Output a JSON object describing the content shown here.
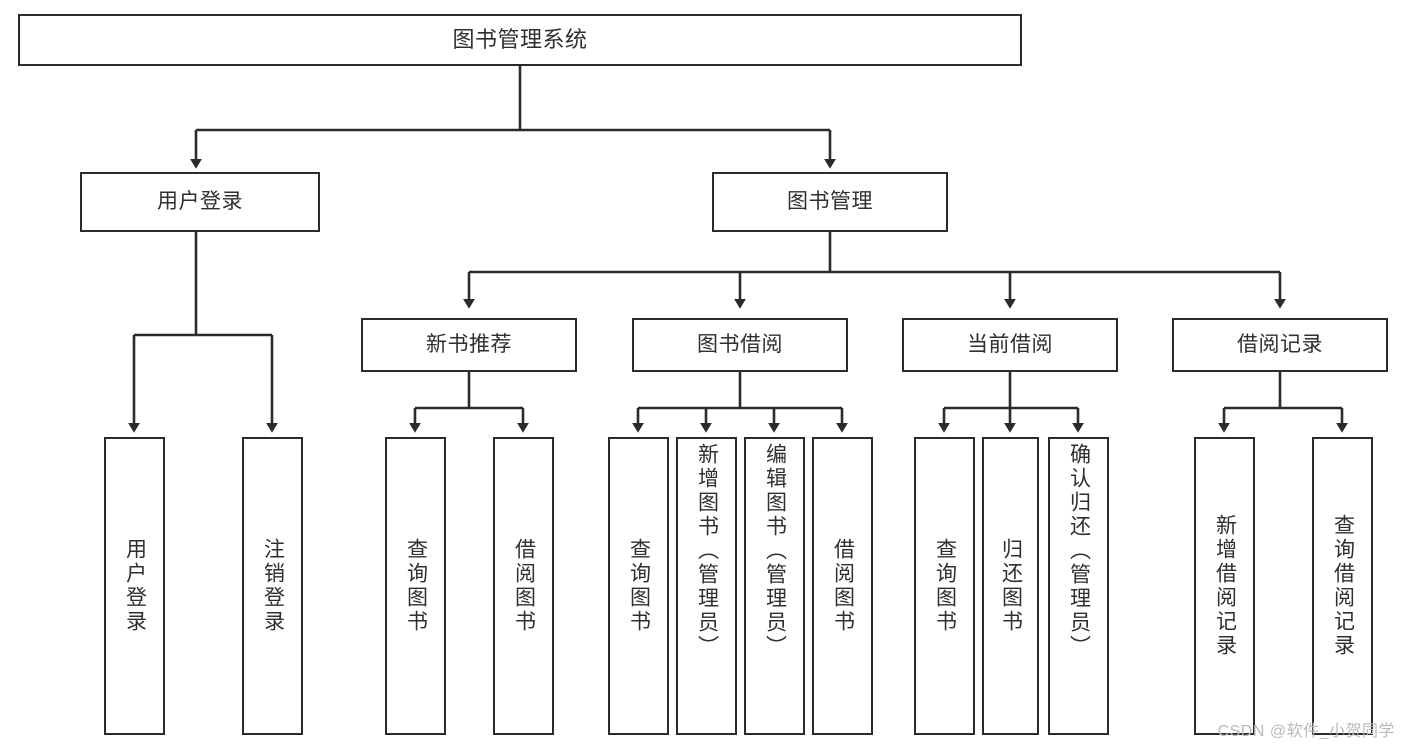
{
  "diagram": {
    "type": "tree",
    "title": "图书管理系统",
    "root": {
      "id": "root",
      "label": "图书管理系统"
    },
    "level2": [
      {
        "id": "user-login",
        "label": "用户登录"
      },
      {
        "id": "book-manage",
        "label": "图书管理"
      }
    ],
    "level3": [
      {
        "id": "new-book-recommend",
        "label": "新书推荐"
      },
      {
        "id": "book-borrow",
        "label": "图书借阅"
      },
      {
        "id": "current-borrow",
        "label": "当前借阅"
      },
      {
        "id": "borrow-record",
        "label": "借阅记录"
      }
    ],
    "leaves": {
      "user_login": [
        {
          "id": "leaf-user-login",
          "label": "用户登录"
        },
        {
          "id": "leaf-logout-login",
          "label": "注销登录"
        }
      ],
      "new_book_recommend": [
        {
          "id": "leaf-query-book-1",
          "label": "查询图书"
        },
        {
          "id": "leaf-borrow-book-1",
          "label": "借阅图书"
        }
      ],
      "book_borrow": [
        {
          "id": "leaf-query-book-2",
          "label": "查询图书"
        },
        {
          "id": "leaf-add-book",
          "label": "新增图书（管理员）"
        },
        {
          "id": "leaf-edit-book",
          "label": "编辑图书（管理员）"
        },
        {
          "id": "leaf-borrow-book-2",
          "label": "借阅图书"
        }
      ],
      "current_borrow": [
        {
          "id": "leaf-query-book-3",
          "label": "查询图书"
        },
        {
          "id": "leaf-return-book",
          "label": "归还图书"
        },
        {
          "id": "leaf-confirm-return",
          "label": "确认归还（管理员）"
        }
      ],
      "borrow_record": [
        {
          "id": "leaf-add-record",
          "label": "新增借阅记录"
        },
        {
          "id": "leaf-query-record",
          "label": "查询借阅记录"
        }
      ]
    },
    "colors": {
      "stroke": "#2b2b2b",
      "fill": "#ffffff",
      "text": "#2f2f2f",
      "watermark": "#b9b9b9"
    }
  },
  "watermark": {
    "text": "CSDN @软件_小贺同学"
  }
}
